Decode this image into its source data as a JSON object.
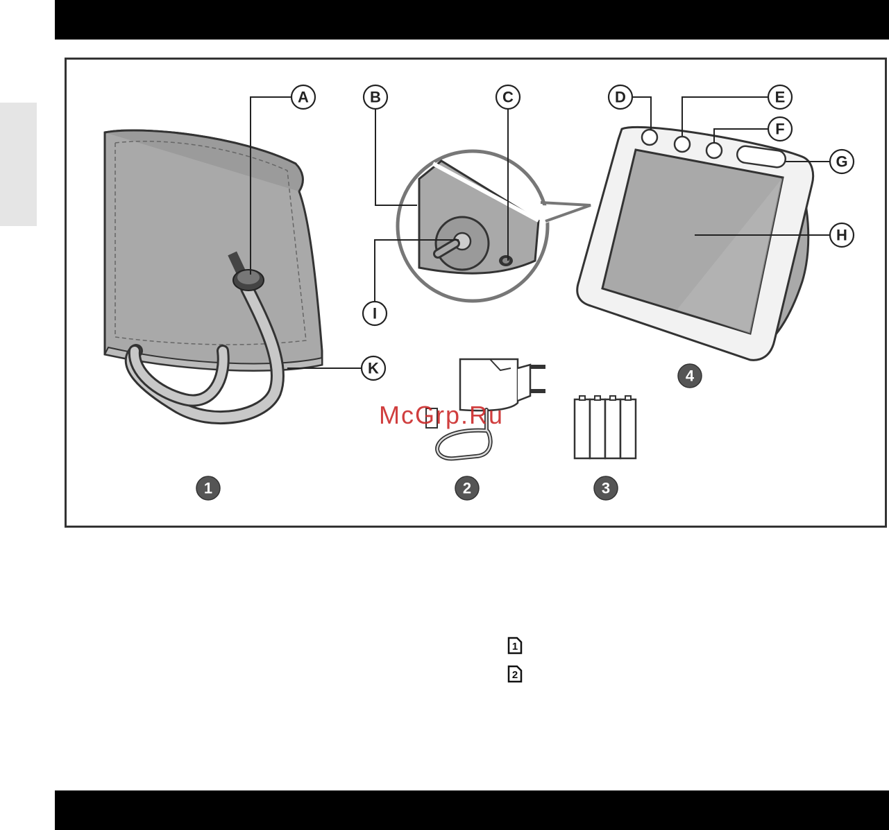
{
  "callouts": [
    "A",
    "B",
    "C",
    "D",
    "E",
    "F",
    "G",
    "H",
    "I",
    "K"
  ],
  "item_numbers": [
    "1",
    "2",
    "3",
    "4"
  ],
  "watermark": "McGrp.Ru",
  "legend_icons": [
    {
      "digit": "1",
      "icon": "page-1-icon"
    },
    {
      "digit": "2",
      "icon": "page-2-icon"
    }
  ],
  "colors": {
    "header_bar": "#000000",
    "side_tab": "#e5e5e5",
    "cuff_fill": "#a9a9a9",
    "hose_fill": "#c8c8c8",
    "number_badge": "#555555",
    "watermark": "#cc2a2a"
  }
}
